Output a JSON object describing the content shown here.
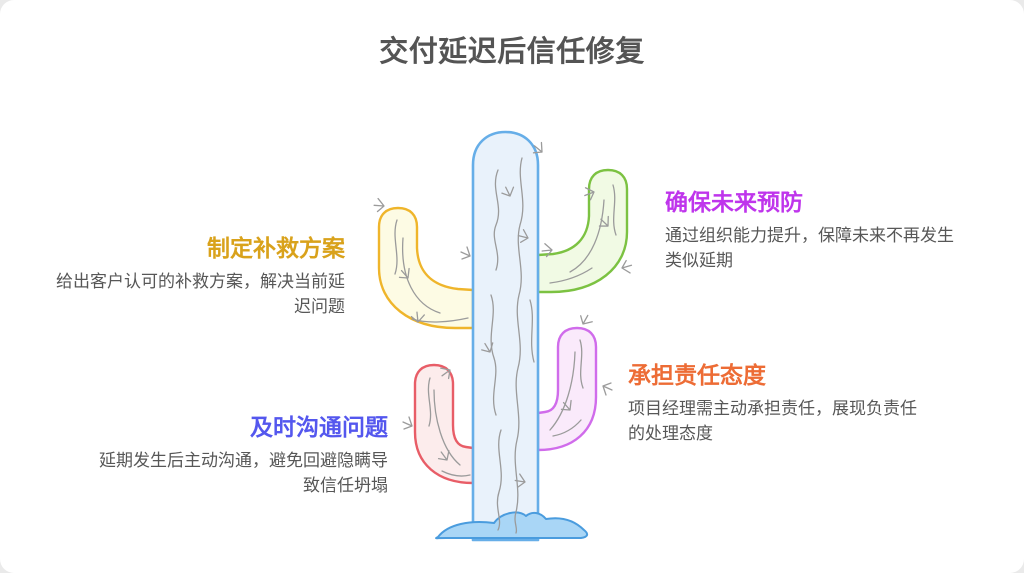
{
  "title": "交付延迟后信任修复",
  "title_color": "#545454",
  "body_text_color": "#575757",
  "sections": [
    {
      "id": "remedy",
      "heading": "制定补救方案",
      "body": "给出客户认可的补救方案，解决当前延迟问题",
      "accent_color": "#D9A21B"
    },
    {
      "id": "prevention",
      "heading": "确保未来预防",
      "body": "通过组织能力提升，保障未来不再发生类似延期",
      "accent_color": "#BF35EC"
    },
    {
      "id": "responsibility",
      "heading": "承担责任态度",
      "body": "项目经理需主动承担责任，展现负责任的处理态度",
      "accent_color": "#ED6C35"
    },
    {
      "id": "communication",
      "heading": "及时沟通问题",
      "body": "延期发生后主动沟通，避免回避隐瞒导致信任坍塌",
      "accent_color": "#5457EE"
    }
  ],
  "cactus": {
    "trunk_fill": "#E9F2FB",
    "trunk_stroke": "#66AEE8",
    "base_fill": "#A9D6F6",
    "base_stroke": "#4A9CDE",
    "arm_top_left_fill": "#FDFBE4",
    "arm_top_left_stroke": "#EFB52B",
    "arm_top_right_fill": "#F1FAE4",
    "arm_top_right_stroke": "#7CC242",
    "arm_bottom_left_fill": "#FCECEC",
    "arm_bottom_left_stroke": "#E85D67",
    "arm_bottom_right_fill": "#FAEAFB",
    "arm_bottom_right_stroke": "#D06CEB",
    "detail_stroke": "#9B9B9B"
  }
}
